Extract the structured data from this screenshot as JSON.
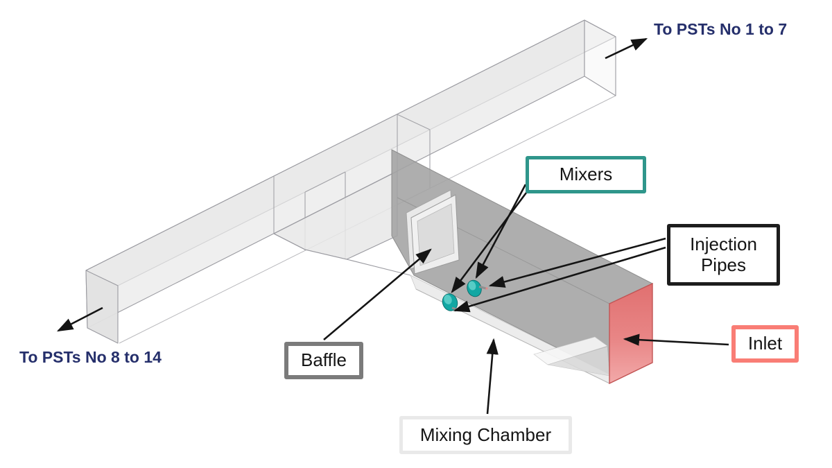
{
  "figure": {
    "type": "3d-duct-mixing-chamber-diagram",
    "background": "#ffffff",
    "labels": {
      "mixers": "Mixers",
      "injection_pipes": "Injection Pipes",
      "inlet": "Inlet",
      "baffle": "Baffle",
      "mixing_chamber": "Mixing Chamber",
      "outlet_top": "To PSTs No 1 to 7",
      "outlet_bottom": "To PSTs No 8 to 14"
    },
    "colors": {
      "mixers_box_border": "#2f968b",
      "injection_box_border": "#1d1d1d",
      "inlet_box_border": "#f97d75",
      "baffle_box_border": "#7b7b7b",
      "mixing_chamber_box_border": "#e9e9e9",
      "outlet_text": "#252f6b",
      "mixer_fill": "#12a7a3",
      "inlet_face": "#e06060",
      "duct_fill": "#ececec",
      "chamber_back_wall": "#a3a3a3",
      "arrow": "#141414"
    },
    "counts": {
      "mixers": 2,
      "injection_pipes": 2
    }
  }
}
